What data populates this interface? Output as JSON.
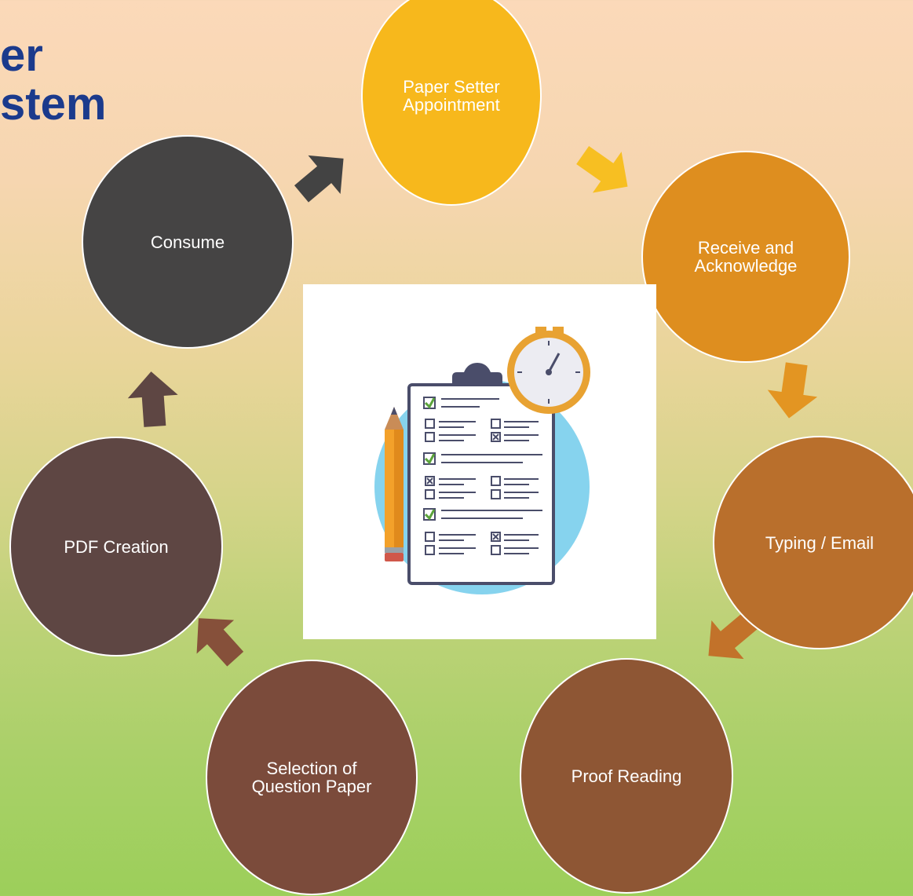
{
  "title": {
    "line1": "er",
    "line2": "stem"
  },
  "steps": [
    {
      "label": "Paper Setter Appointment",
      "color": "#f7b81c"
    },
    {
      "label": "Receive and Acknowledge",
      "color": "#de8e1f"
    },
    {
      "label": "Typing / Email",
      "color": "#b96f2c"
    },
    {
      "label": "Proof Reading",
      "color": "#8e5634"
    },
    {
      "label": "Selection of Question Paper",
      "color": "#7b4b3b"
    },
    {
      "label": "PDF Creation",
      "color": "#5e4643"
    },
    {
      "label": "Consume",
      "color": "#454444"
    }
  ],
  "connector_colors": [
    "#f7bf22",
    "#e39522",
    "#c2722a",
    "#a45d2f",
    "#86503a",
    "#5e4643",
    "#434343"
  ],
  "illustration": {
    "icon": "clipboard-checklist-stopwatch-icon"
  }
}
